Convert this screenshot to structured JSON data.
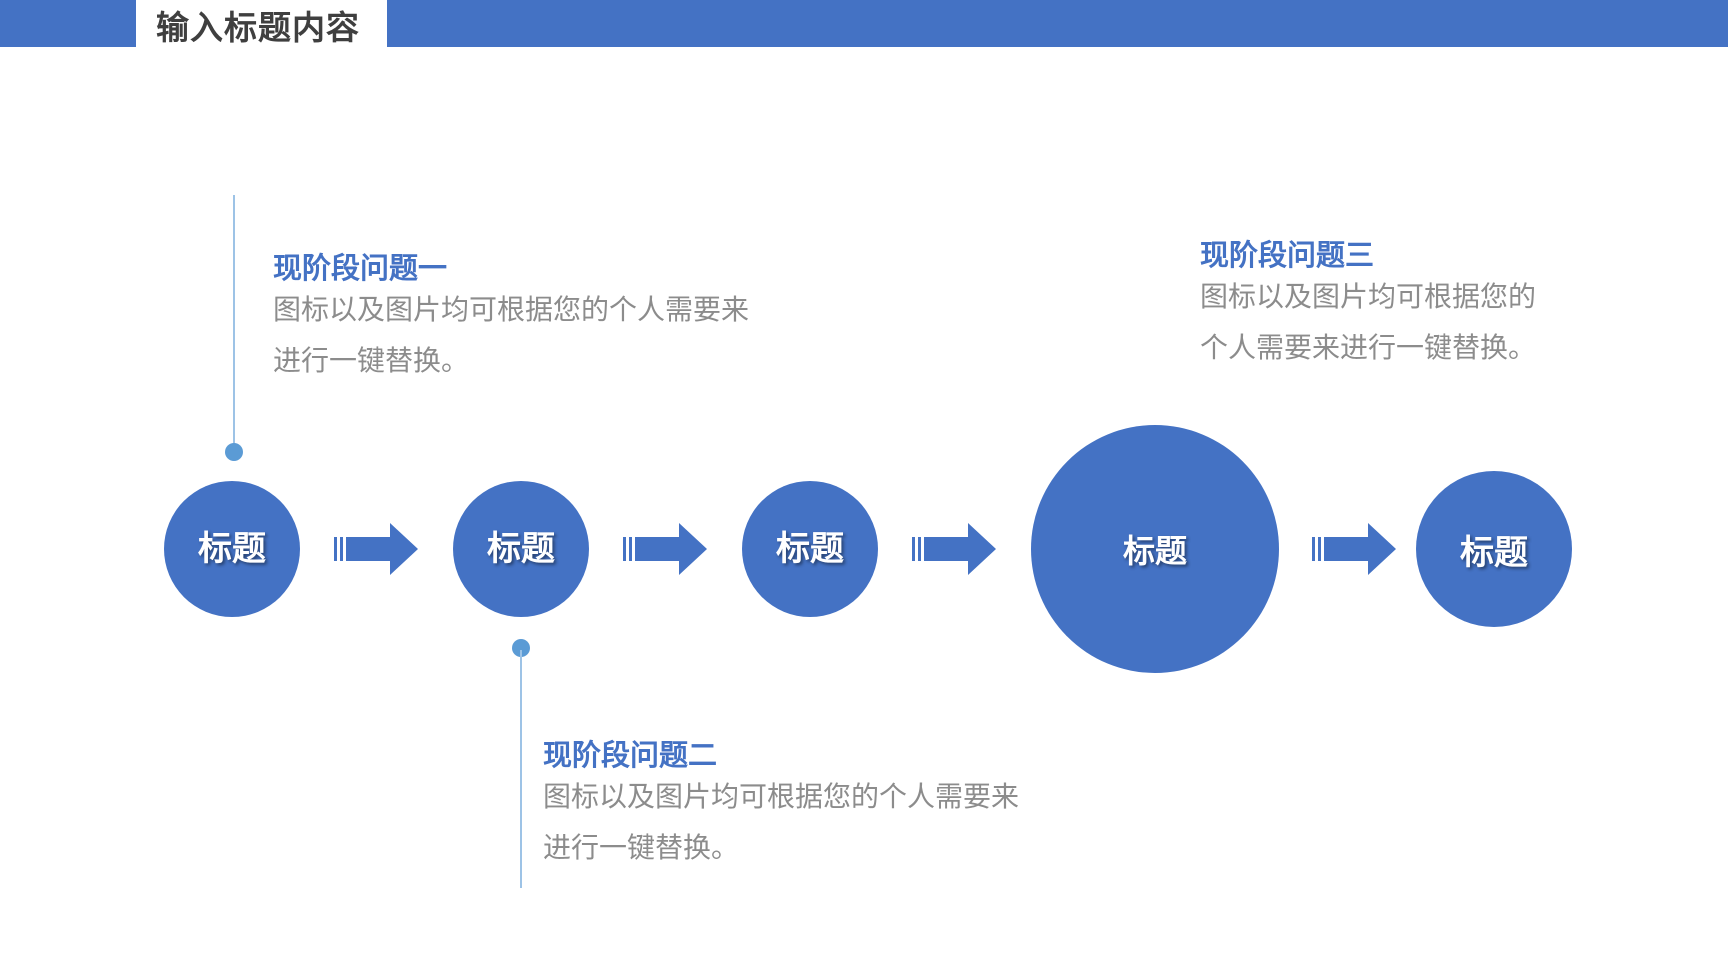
{
  "header": {
    "title": "输入标题内容",
    "bar_color": "#4472c4"
  },
  "process": {
    "step_color": "#4472c4",
    "steps": [
      {
        "label": "标题"
      },
      {
        "label": "标题"
      },
      {
        "label": "标题"
      },
      {
        "label": "标题"
      },
      {
        "label": "标题"
      }
    ]
  },
  "notes": [
    {
      "heading": "现阶段问题一",
      "body": "图标以及图片均可根据您的个人需要来进行一键替换。"
    },
    {
      "heading": "现阶段问题二",
      "body": "图标以及图片均可根据您的个人需要来进行一键替换。"
    },
    {
      "heading": "现阶段问题三",
      "body": "图标以及图片均可根据您的个人需要来进行一键替换。"
    }
  ],
  "colors": {
    "accent": "#4472c4",
    "connector": "#9dc3e6",
    "dot": "#5b9bd5",
    "body_text": "#8c8c8c"
  }
}
